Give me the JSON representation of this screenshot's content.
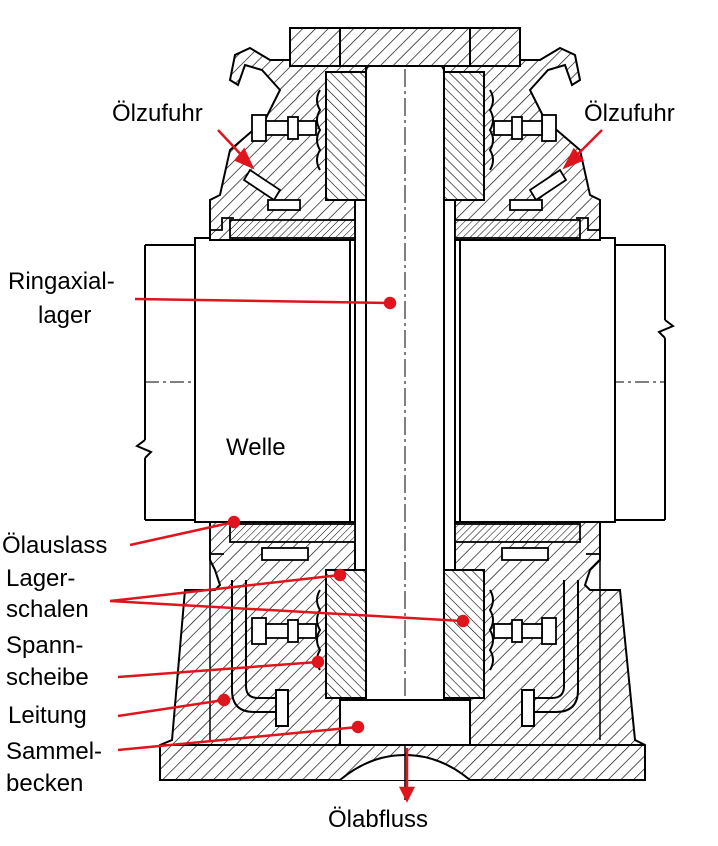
{
  "labels": {
    "oelzufuhr_left": "Ölzufuhr",
    "oelzufuhr_right": "Ölzufuhr",
    "ringaxial_1": "Ringaxial-",
    "ringaxial_2": "lager",
    "welle": "Welle",
    "oelauslass": "Ölauslass",
    "lagerschalen_1": "Lager-",
    "lagerschalen_2": "schalen",
    "spannscheibe_1": "Spann-",
    "spannscheibe_2": "scheibe",
    "leitung": "Leitung",
    "sammelbecken_1": "Sammel-",
    "sammelbecken_2": "becken",
    "oelabfluss": "Ölabfluss"
  },
  "colors": {
    "annotation": "#e0141c",
    "line": "#000000",
    "background": "#ffffff"
  }
}
